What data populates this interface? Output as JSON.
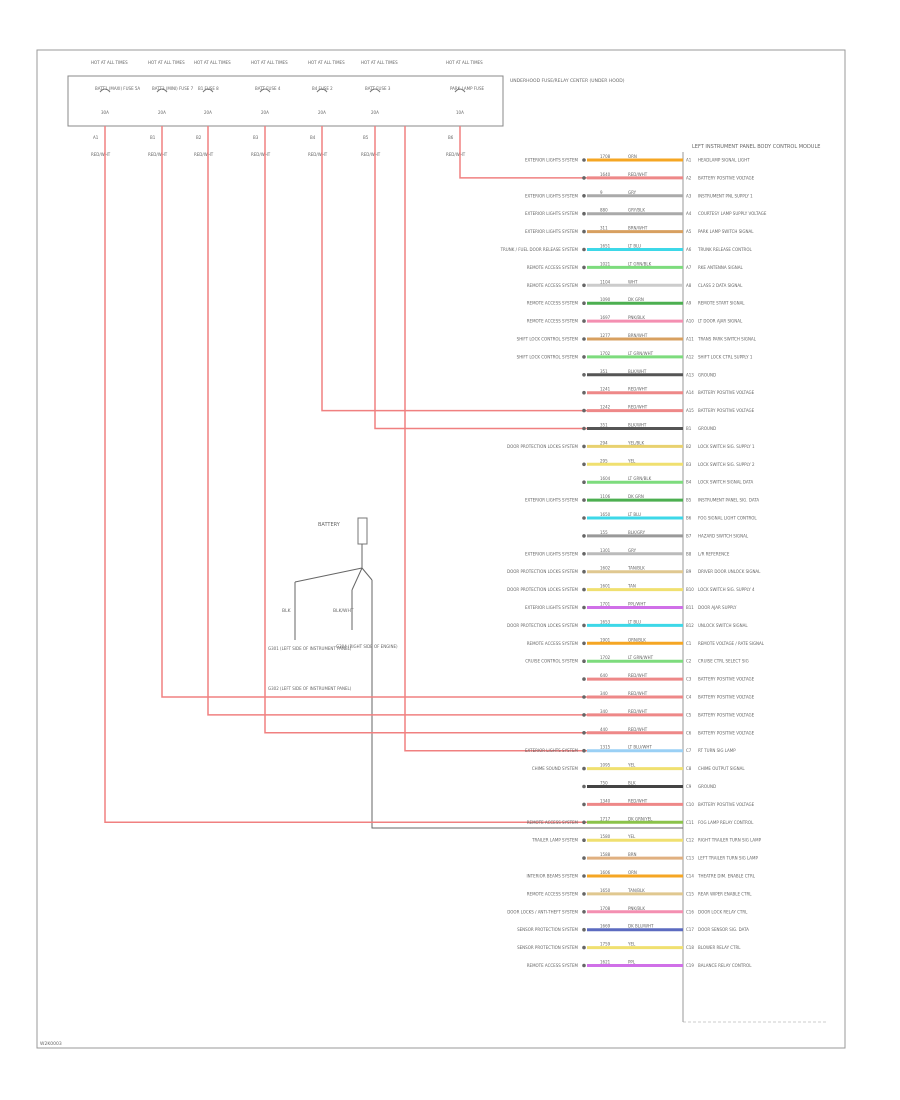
{
  "header": {
    "fuse_blocks": [
      {
        "top": "HOT AT ALL TIMES",
        "name": "BATT1 (MAXI) FUSE 5A",
        "amp": "30A",
        "pin": "A1",
        "wire": "RED/WHT"
      },
      {
        "top": "HOT AT ALL TIMES",
        "name": "BATT3 (MINI) FUSE 7",
        "amp": "20A",
        "pin": "B1",
        "wire": "RED/WHT"
      },
      {
        "top": "HOT AT ALL TIMES",
        "name": "B1 FUSE 8",
        "amp": "20A",
        "pin": "B2",
        "wire": "RED/WHT"
      },
      {
        "top": "HOT AT ALL TIMES",
        "name": "BATT FUSE 4",
        "amp": "20A",
        "pin": "B3",
        "wire": "RED/WHT"
      },
      {
        "top": "HOT AT ALL TIMES",
        "name": "B4 FUSE 2",
        "amp": "20A",
        "pin": "B4",
        "wire": "RED/WHT"
      },
      {
        "top": "HOT AT ALL TIMES",
        "name": "BATT FUSE 3",
        "amp": "20A",
        "pin": "B5",
        "wire": "RED/WHT"
      },
      {
        "top": "HOT AT ALL TIMES",
        "name": "PARK LAMP FUSE",
        "amp": "10A",
        "pin": "B6",
        "wire": "RED/WHT"
      }
    ],
    "center_label": "UNDERHOOD FUSE/RELAY CENTER (UNDER HOOD)"
  },
  "module": {
    "title": "LEFT INSTRUMENT PANEL BODY CONTROL MODULE"
  },
  "battery": {
    "label": "BATTERY",
    "left_wire": "BLK",
    "right_wire": "BLK/WHT",
    "ground_left": "G301 (LEFT SIDE OF INSTRUMENT PANEL)",
    "ground_left2": "G302 (LEFT SIDE OF INSTRUMENT PANEL)",
    "ground_right": "G304 (RIGHT SIDE OF ENGINE)"
  },
  "pins": [
    {
      "n": "A1",
      "left": "EXTERIOR LIGHTS SYSTEM",
      "code": "1708",
      "wire": "ORN",
      "fn": "HEADLAMP SIGNAL LIGHT",
      "color": "#f5a623"
    },
    {
      "n": "A2",
      "left": "",
      "code": "1640",
      "wire": "RED/WHT",
      "fn": "BATTERY POSITIVE VOLTAGE",
      "color": "#e88"
    },
    {
      "n": "A3",
      "left": "EXTERIOR LIGHTS SYSTEM",
      "code": "9",
      "wire": "GRY",
      "fn": "INSTRUMENT PNL SUPPLY 1",
      "color": "#aaa"
    },
    {
      "n": "A4",
      "left": "EXTERIOR LIGHTS SYSTEM",
      "code": "880",
      "wire": "GRY/BLK",
      "fn": "COURTESY LAMP SUPPLY VOLTAGE",
      "color": "#aaa"
    },
    {
      "n": "A5",
      "left": "EXTERIOR LIGHTS SYSTEM",
      "code": "311",
      "wire": "BRN/WHT",
      "fn": "PARK LAMP SWITCH SIGNAL",
      "color": "#d8a060"
    },
    {
      "n": "A6",
      "left": "TRUNK / FUEL DOOR RELEASE SYSTEM",
      "code": "1651",
      "wire": "LT BLU",
      "fn": "TRUNK RELEASE CONTROL",
      "color": "#3dd8e8"
    },
    {
      "n": "A7",
      "left": "REMOTE ACCESS SYSTEM",
      "code": "1021",
      "wire": "LT GRN/BLK",
      "fn": "RKE ANTENNA SIGNAL",
      "color": "#7ddc7d"
    },
    {
      "n": "A8",
      "left": "REMOTE ACCESS SYSTEM",
      "code": "1104",
      "wire": "WHT",
      "fn": "CLASS 2 DATA SIGNAL",
      "color": "#ccc"
    },
    {
      "n": "A9",
      "left": "REMOTE ACCESS SYSTEM",
      "code": "1090",
      "wire": "DK GRN",
      "fn": "REMOTE START SIGNAL",
      "color": "#4caf50"
    },
    {
      "n": "A10",
      "left": "REMOTE ACCESS SYSTEM",
      "code": "1697",
      "wire": "PNK/BLK",
      "fn": "LT DOOR AJAR SIGNAL",
      "color": "#f48fb1"
    },
    {
      "n": "A11",
      "left": "SHIFT LOCK CONTROL SYSTEM",
      "code": "1277",
      "wire": "BRN/WHT",
      "fn": "TRANS PARK SWITCH SIGNAL",
      "color": "#d8a060"
    },
    {
      "n": "A12",
      "left": "SHIFT LOCK CONTROL SYSTEM",
      "code": "1702",
      "wire": "LT GRN/WHT",
      "fn": "SHIFT LOCK CTRL SUPPLY 1",
      "color": "#7ddc7d"
    },
    {
      "n": "A13",
      "left": "",
      "code": "351",
      "wire": "BLK/WHT",
      "fn": "GROUND",
      "color": "#555"
    },
    {
      "n": "A14",
      "left": "",
      "code": "1241",
      "wire": "RED/WHT",
      "fn": "BATTERY POSITIVE VOLTAGE",
      "color": "#e88"
    },
    {
      "n": "A15",
      "left": "",
      "code": "1242",
      "wire": "RED/WHT",
      "fn": "BATTERY POSITIVE VOLTAGE",
      "color": "#e88"
    },
    {
      "n": "B1",
      "left": "",
      "code": "351",
      "wire": "BLK/WHT",
      "fn": "GROUND",
      "color": "#555"
    },
    {
      "n": "B2",
      "left": "DOOR PROTECTION LOCKS SYSTEM",
      "code": "294",
      "wire": "YEL/BLK",
      "fn": "LOCK SWITCH SIG. SUPPLY 1",
      "color": "#e8d16f"
    },
    {
      "n": "B3",
      "left": "",
      "code": "295",
      "wire": "YEL",
      "fn": "LOCK SWITCH SIG. SUPPLY 2",
      "color": "#f0e070"
    },
    {
      "n": "B4",
      "left": "",
      "code": "1604",
      "wire": "LT GRN/BLK",
      "fn": "LOCK SWITCH SIGNAL DATA",
      "color": "#7ddc7d"
    },
    {
      "n": "B5",
      "left": "EXTERIOR LIGHTS SYSTEM",
      "code": "1106",
      "wire": "DK GRN",
      "fn": "INSTRUMENT PANEL SIG. DATA",
      "color": "#4caf50"
    },
    {
      "n": "B6",
      "left": "",
      "code": "1650",
      "wire": "LT BLU",
      "fn": "FOG SIGNAL LIGHT CONTROL",
      "color": "#3dd8e8"
    },
    {
      "n": "B7",
      "left": "",
      "code": "155",
      "wire": "BLK/GRY",
      "fn": "HAZARD SWITCH SIGNAL",
      "color": "#999"
    },
    {
      "n": "B8",
      "left": "EXTERIOR LIGHTS SYSTEM",
      "code": "1301",
      "wire": "GRY",
      "fn": "L/R REFERENCE",
      "color": "#bbb"
    },
    {
      "n": "B9",
      "left": "DOOR PROTECTION LOCKS SYSTEM",
      "code": "1602",
      "wire": "TAN/BLK",
      "fn": "DRIVER DOOR UNLOCK SIGNAL",
      "color": "#e0c890"
    },
    {
      "n": "B10",
      "left": "DOOR PROTECTION LOCKS SYSTEM",
      "code": "1601",
      "wire": "TAN",
      "fn": "LOCK SWITCH SIG. SUPPLY 4",
      "color": "#f0e070"
    },
    {
      "n": "B11",
      "left": "EXTERIOR LIGHTS SYSTEM",
      "code": "1701",
      "wire": "PPL/WHT",
      "fn": "DOOR AJAR SUPPLY",
      "color": "#d070e8"
    },
    {
      "n": "B12",
      "left": "DOOR PROTECTION LOCKS SYSTEM",
      "code": "1653",
      "wire": "LT BLU",
      "fn": "UNLOCK SWITCH SIGNAL",
      "color": "#3dd8e8"
    },
    {
      "n": "C1",
      "left": "REMOTE ACCESS SYSTEM",
      "code": "1901",
      "wire": "ORN/BLK",
      "fn": "REMOTE VOLTAGE / RATE SIGNAL",
      "color": "#f5a623"
    },
    {
      "n": "C2",
      "left": "CRUISE CONTROL SYSTEM",
      "code": "1702",
      "wire": "LT GRN/WHT",
      "fn": "CRUISE CTRL SELECT SIG",
      "color": "#7ddc7d"
    },
    {
      "n": "C3",
      "left": "",
      "code": "640",
      "wire": "RED/WHT",
      "fn": "BATTERY POSITIVE VOLTAGE",
      "color": "#e88"
    },
    {
      "n": "C4",
      "left": "",
      "code": "340",
      "wire": "RED/WHT",
      "fn": "BATTERY POSITIVE VOLTAGE",
      "color": "#e88"
    },
    {
      "n": "C5",
      "left": "",
      "code": "340",
      "wire": "RED/WHT",
      "fn": "BATTERY POSITIVE VOLTAGE",
      "color": "#e88"
    },
    {
      "n": "C6",
      "left": "",
      "code": "440",
      "wire": "RED/WHT",
      "fn": "BATTERY POSITIVE VOLTAGE",
      "color": "#e88"
    },
    {
      "n": "C7",
      "left": "EXTERIOR LIGHTS SYSTEM",
      "code": "1315",
      "wire": "LT BLU/WHT",
      "fn": "RT TURN SIG LAMP",
      "color": "#9ad0f5"
    },
    {
      "n": "C8",
      "left": "CHIME SOUND SYSTEM",
      "code": "1095",
      "wire": "YEL",
      "fn": "CHIME OUTPUT SIGNAL",
      "color": "#f0e070"
    },
    {
      "n": "C9",
      "left": "",
      "code": "750",
      "wire": "BLK",
      "fn": "GROUND",
      "color": "#444"
    },
    {
      "n": "C10",
      "left": "",
      "code": "1340",
      "wire": "RED/WHT",
      "fn": "BATTERY POSITIVE VOLTAGE",
      "color": "#e88"
    },
    {
      "n": "C11",
      "left": "REMOTE ACCESS SYSTEM",
      "code": "1717",
      "wire": "DK GRN/YEL",
      "fn": "FOG LAMP RELAY CONTROL",
      "color": "#8bc34a"
    },
    {
      "n": "C12",
      "left": "TRAILER LAMP SYSTEM",
      "code": "1580",
      "wire": "YEL",
      "fn": "RIGHT TRAILER TURN SIG LAMP",
      "color": "#f0e070"
    },
    {
      "n": "C13",
      "left": "",
      "code": "1588",
      "wire": "BRN",
      "fn": "LEFT TRAILER TURN SIG LAMP",
      "color": "#e0b080"
    },
    {
      "n": "C14",
      "left": "INTERIOR BEAMS SYSTEM",
      "code": "1606",
      "wire": "ORN",
      "fn": "THEATRE DIM. ENABLE CTRL",
      "color": "#f5a623"
    },
    {
      "n": "C15",
      "left": "REMOTE ACCESS SYSTEM",
      "code": "1650",
      "wire": "TAN/BLK",
      "fn": "REAR WIPER ENABLE CTRL",
      "color": "#e0c890"
    },
    {
      "n": "C16",
      "left": "DOOR LOCKS / ANTI-THEFT SYSTEM",
      "code": "1708",
      "wire": "PNK/BLK",
      "fn": "DOOR LOCK RELAY CTRL",
      "color": "#f48fb1"
    },
    {
      "n": "C17",
      "left": "SENSOR PROTECTION SYSTEM",
      "code": "1669",
      "wire": "DK BLU/WHT",
      "fn": "DOOR SENSOR SIG. DATA",
      "color": "#5c6bc0"
    },
    {
      "n": "C18",
      "left": "SENSOR PROTECTION SYSTEM",
      "code": "1759",
      "wire": "YEL",
      "fn": "BLOWER RELAY CTRL",
      "color": "#f0e070"
    },
    {
      "n": "C19",
      "left": "REMOTE ACCESS SYSTEM",
      "code": "1621",
      "wire": "PPL",
      "fn": "BALANCE RELAY CONTROL",
      "color": "#d070e8"
    }
  ],
  "footer": {
    "page_id": "W2K0003"
  }
}
